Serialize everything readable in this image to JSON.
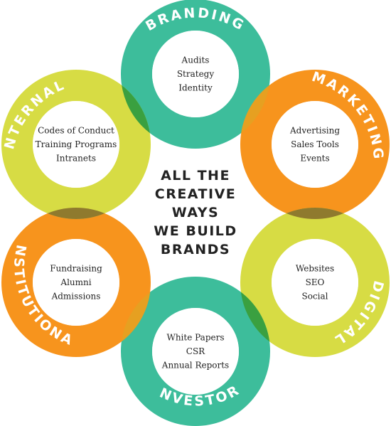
{
  "center_title": [
    "ALL THE",
    "CREATIVE",
    "WAYS",
    "WE BUILD",
    "BRANDS"
  ],
  "colors": {
    "teal": "#3dbd9b",
    "orange": "#f7941d",
    "yellow": "#d7dc44",
    "overlap_green": "#3aa040",
    "overlap_brown": "#8f7a2e",
    "overlap_amber": "#e6a021",
    "text": "#222222",
    "label": "#ffffff"
  },
  "rings": [
    {
      "label": "BRANDING",
      "color": "teal",
      "items": [
        "Audits",
        "Strategy",
        "Identity"
      ]
    },
    {
      "label": "MARKETING",
      "color": "orange",
      "items": [
        "Advertising",
        "Sales Tools",
        "Events"
      ]
    },
    {
      "label": "DIGITAL",
      "color": "yellow",
      "items": [
        "Websites",
        "SEO",
        "Social"
      ]
    },
    {
      "label": "INVESTOR",
      "color": "teal",
      "items": [
        "White Papers",
        "CSR",
        "Annual Reports"
      ]
    },
    {
      "label": "INSTITUTIONAL",
      "color": "orange",
      "items": [
        "Fundraising",
        "Alumni",
        "Admissions"
      ]
    },
    {
      "label": "INTERNAL",
      "color": "yellow",
      "items": [
        "Codes of Conduct",
        "Training Programs",
        "Intranets"
      ]
    }
  ]
}
